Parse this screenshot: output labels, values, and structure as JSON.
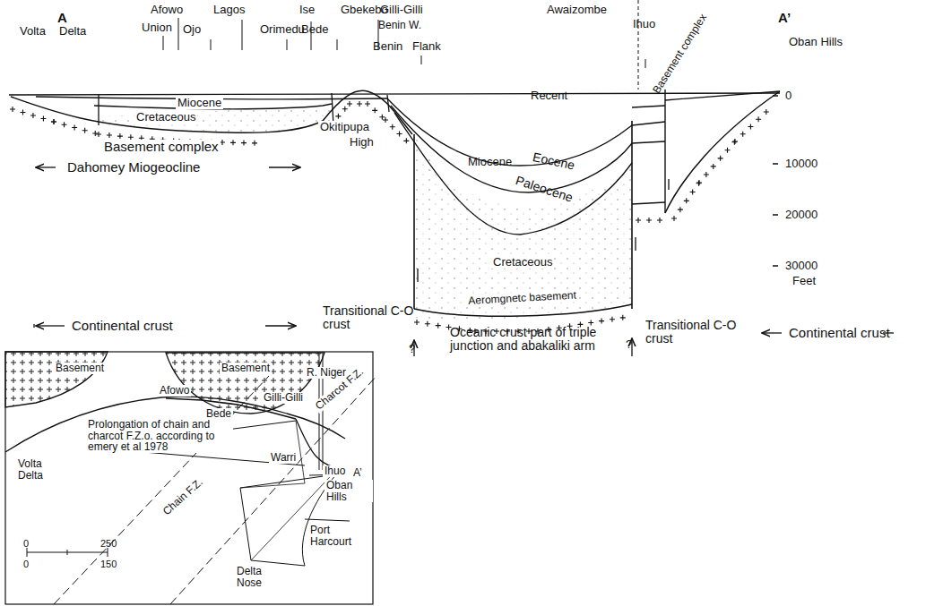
{
  "diagram": {
    "labels": [
      "A",
      "Afowo",
      "Lagos",
      "Ise",
      "Gbekebo",
      "Gilli-Gilli",
      "Union",
      "Ojo",
      "Orimedu",
      "Bede",
      "Benin W.",
      "Benin",
      "Flank",
      "Awaizombe",
      "Ihuo",
      "Volta",
      "Delta",
      "A’",
      "Oban Hills",
      "0",
      "Miocene",
      "Recent",
      "Cretaceous",
      "Okitipupa",
      "High",
      "10000",
      "Basement complex",
      "Dahomey Miogeocline",
      "Miocene",
      "Eocene",
      "Paleocene",
      "Basement complex",
      "20000",
      "30000",
      "Feet",
      "Cretaceous",
      "Aeromgnetc basement",
      "Continental crust",
      "Transitional C-O crust",
      "?",
      "Oceanic crust part of triple junction and abakaliki arm",
      "?",
      "Transitional C-O crust",
      "Continental crust",
      "Basement",
      "Basement",
      "Afowo",
      "Bede",
      "Gilli-Gilli",
      "Prolongation of chain and charcot F.Z.o. according to emery et al 1978",
      "Volta Delta",
      "Warri",
      "R. Niger",
      "Charcot F.Z.",
      "Ihuo",
      "A’",
      "Oban Hills",
      "Chain F.Z.",
      "Port Harcourt",
      "Delta Nose",
      "0",
      "250",
      "0",
      "150"
    ]
  }
}
